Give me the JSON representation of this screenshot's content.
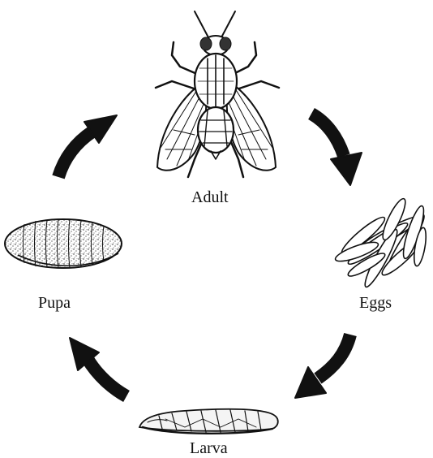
{
  "diagram": {
    "stages": {
      "adult": {
        "label": "Adult",
        "icon": "housefly-icon"
      },
      "eggs": {
        "label": "Eggs",
        "icon": "eggs-cluster-icon"
      },
      "larva": {
        "label": "Larva",
        "icon": "maggot-icon"
      },
      "pupa": {
        "label": "Pupa",
        "icon": "pupa-icon"
      }
    },
    "cycle_order": [
      "adult",
      "eggs",
      "larva",
      "pupa"
    ],
    "colors": {
      "ink": "#111111",
      "background": "#ffffff"
    }
  }
}
